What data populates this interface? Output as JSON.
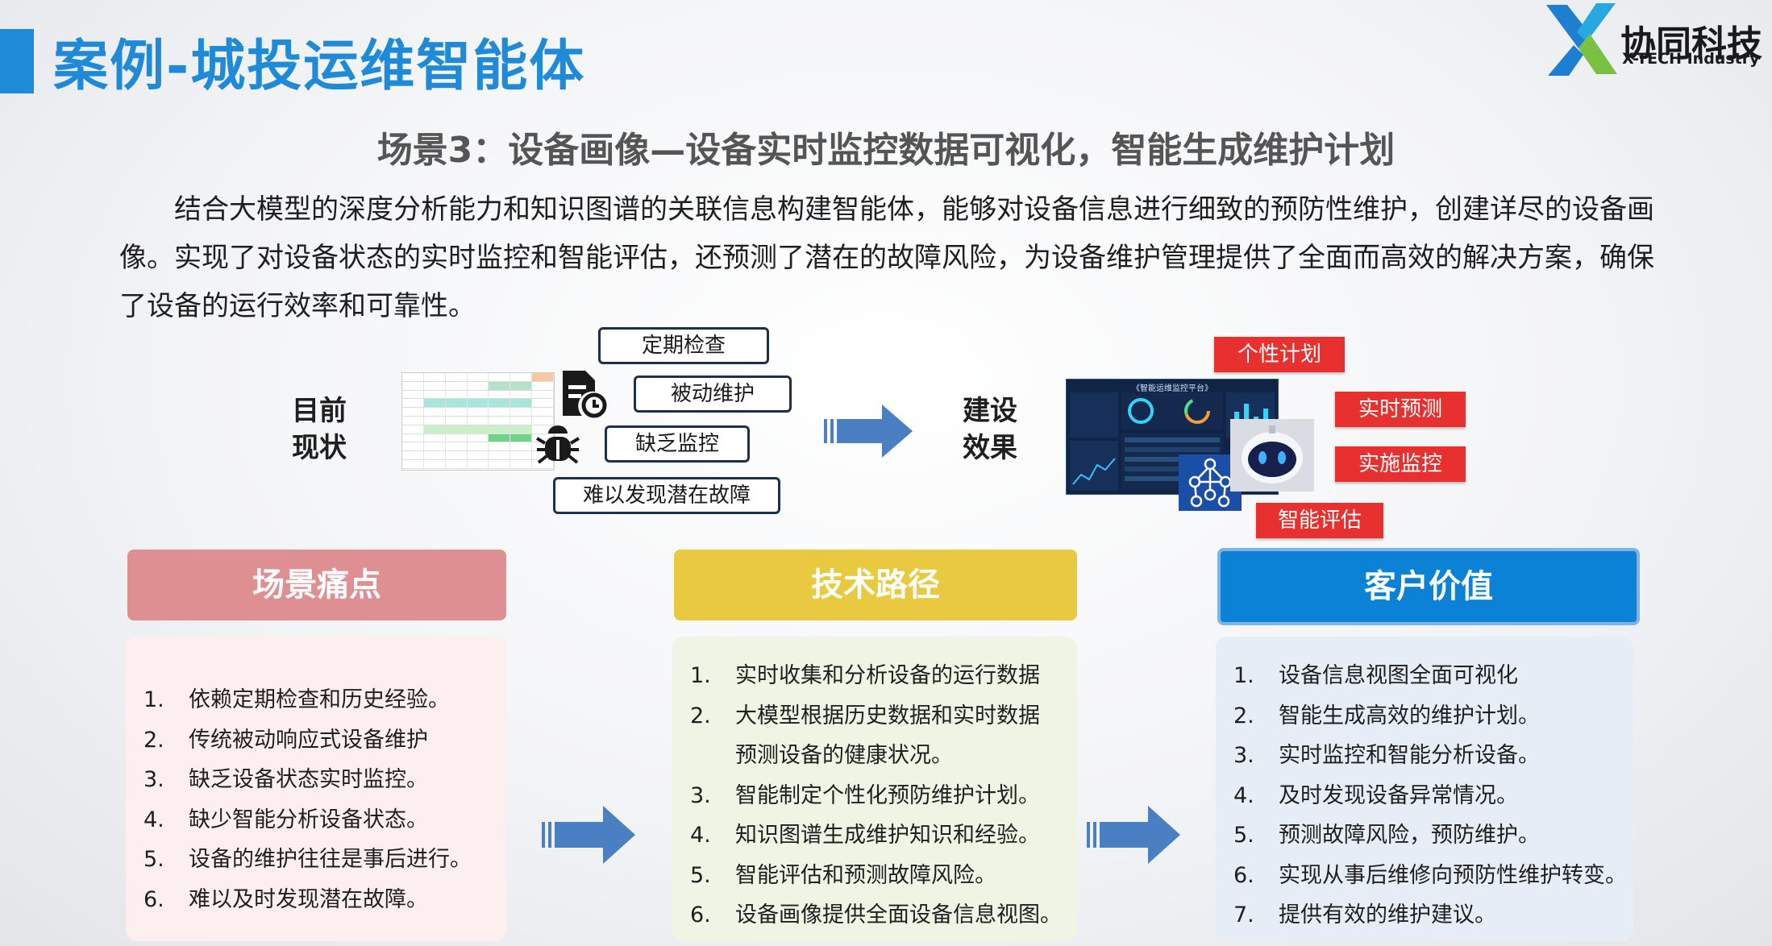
{
  "header": {
    "title": "案例-城投运维智能体",
    "logo_text": "协同科技",
    "logo_subtext": "X-TECH Industry"
  },
  "subtitle": "场景3：设备画像—设备实时监控数据可视化，智能生成维护计划",
  "description": "结合大模型的深度分析能力和知识图谱的关联信息构建智能体，能够对设备信息进行细致的预防性维护，创建详尽的设备画像。实现了对设备状态的实时监控和智能评估，还预测了潜在的故障风险，为设备维护管理提供了全面而高效的解决方案，确保了设备的运行效率和可靠性。",
  "current_state": {
    "label_line1": "目前",
    "label_line2": "现状",
    "tags": [
      "定期检查",
      "被动维护",
      "缺乏监控",
      "难以发现潜在故障"
    ]
  },
  "effect": {
    "label_line1": "建设",
    "label_line2": "效果",
    "dashboard_title": "《智能运维监控平台》",
    "tags": [
      "个性计划",
      "实时预测",
      "实施监控",
      "智能评估"
    ]
  },
  "columns": {
    "pain": {
      "title": "场景痛点",
      "items": [
        {
          "num": "1.",
          "text": "依赖定期检查和历史经验。"
        },
        {
          "num": "2.",
          "text": "传统被动响应式设备维护"
        },
        {
          "num": "3.",
          "text": "缺乏设备状态实时监控。"
        },
        {
          "num": "4.",
          "text": "缺少智能分析设备状态。"
        },
        {
          "num": "5.",
          "text": "设备的维护往往是事后进行。"
        },
        {
          "num": "6.",
          "text": "难以及时发现潜在故障。"
        }
      ]
    },
    "tech": {
      "title": "技术路径",
      "items": [
        {
          "num": "1.",
          "text": "实时收集和分析设备的运行数据"
        },
        {
          "num": "2.",
          "text": "大模型根据历史数据和实时数据",
          "text2": "预测设备的健康状况。"
        },
        {
          "num": "3.",
          "text": "智能制定个性化预防维护计划。"
        },
        {
          "num": "4.",
          "text": "知识图谱生成维护知识和经验。"
        },
        {
          "num": "5.",
          "text": "智能评估和预测故障风险。"
        },
        {
          "num": "6.",
          "text": "设备画像提供全面设备信息视图。"
        }
      ]
    },
    "value": {
      "title": "客户价值",
      "items": [
        {
          "num": "1.",
          "text": "设备信息视图全面可视化"
        },
        {
          "num": "2.",
          "text": "智能生成高效的维护计划。"
        },
        {
          "num": "3.",
          "text": "实时监控和智能分析设备。"
        },
        {
          "num": "4.",
          "text": "及时发现设备异常情况。"
        },
        {
          "num": "5.",
          "text": "预测故障风险，预防维护。"
        },
        {
          "num": "6.",
          "text": "实现从事后维修向预防性维护转变。"
        },
        {
          "num": "7.",
          "text": "提供有效的维护建议。"
        }
      ]
    }
  },
  "colors": {
    "brand_blue": "#1f8ad8",
    "pain_header": "#dd8f91",
    "tech_header": "#e9c93f",
    "value_header": "#0b82d6",
    "tag_red": "#e8302f",
    "arrow": "#4a7fc4"
  }
}
